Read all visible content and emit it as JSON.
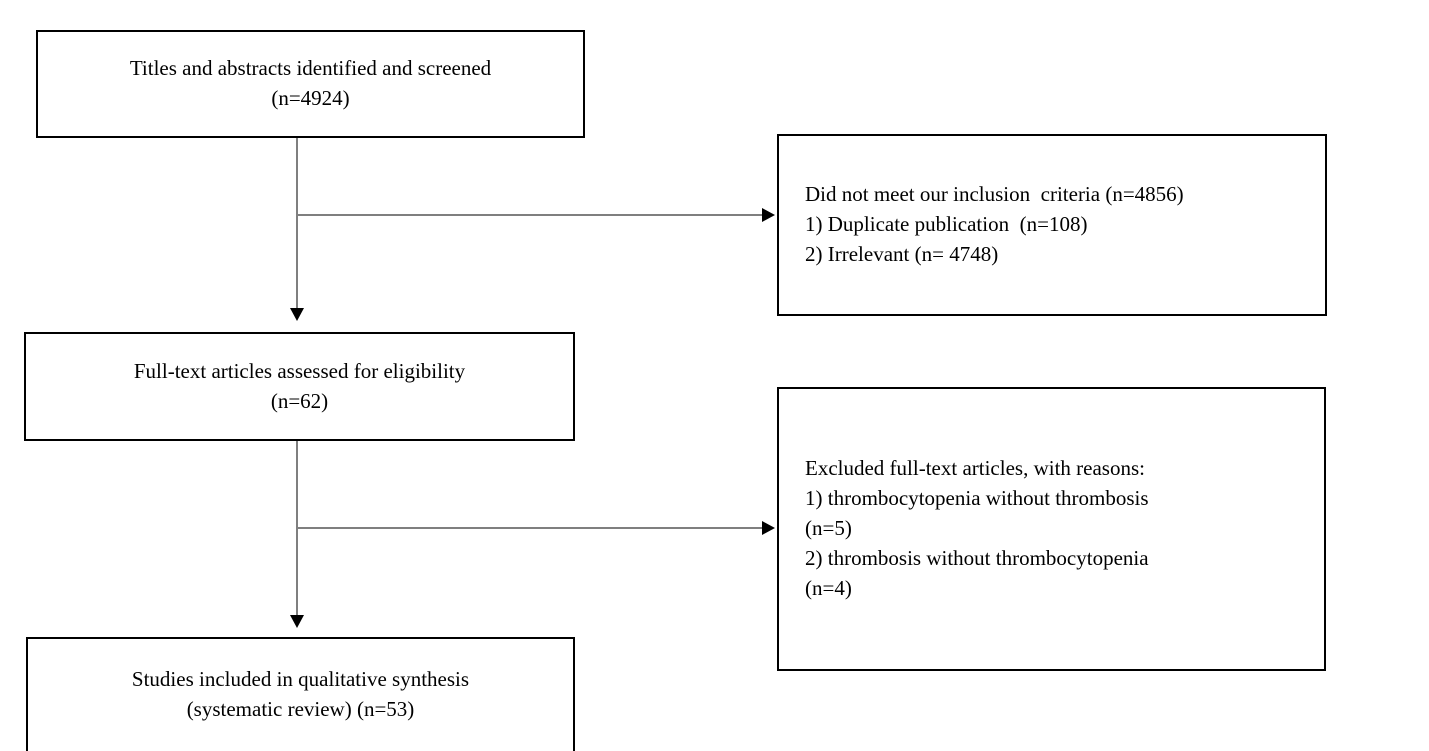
{
  "diagram": {
    "type": "prisma-flow-diagram",
    "colors": {
      "box_border": "#000000",
      "connector": "#7f7f7f",
      "arrowhead": "#000000",
      "background": "#ffffff",
      "text": "#000000"
    },
    "boxes": {
      "screened": {
        "lines": [
          "Titles and abstracts identified and screened",
          "(n=4924)"
        ],
        "n": 4924
      },
      "fulltext": {
        "lines": [
          "Full-text articles assessed for eligibility",
          "(n=62)"
        ],
        "n": 62
      },
      "included": {
        "lines": [
          "Studies included in qualitative synthesis",
          "(systematic review) (n=53)"
        ],
        "n": 53
      },
      "excluded_screening": {
        "lines": [
          "Did not meet our inclusion  criteria (n=4856)",
          "1) Duplicate publication  (n=108)",
          "2) Irrelevant (n= 4748)"
        ],
        "n": 4856,
        "reasons": [
          {
            "label": "Duplicate publication",
            "n": 108
          },
          {
            "label": "Irrelevant",
            "n": 4748
          }
        ]
      },
      "excluded_fulltext": {
        "lines": [
          "Excluded full-text articles, with reasons:",
          "1) thrombocytopenia without thrombosis",
          "(n=5)",
          "2) thrombosis without thrombocytopenia",
          "(n=4)"
        ],
        "reasons": [
          {
            "label": "thrombocytopenia without thrombosis",
            "n": 5
          },
          {
            "label": "thrombosis without thrombocytopenia",
            "n": 4
          }
        ]
      }
    }
  }
}
